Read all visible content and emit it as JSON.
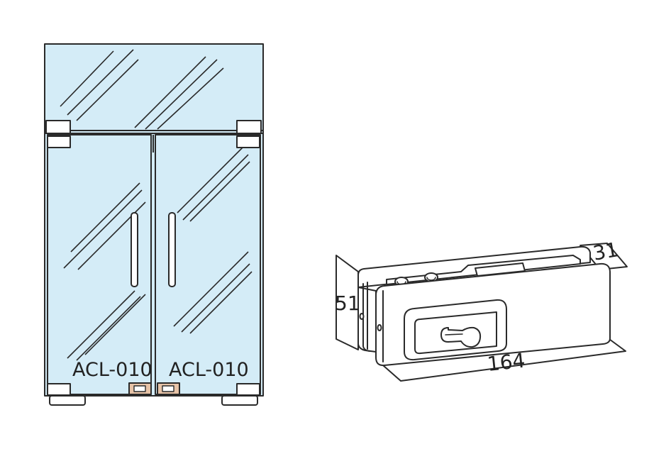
{
  "colors": {
    "glass": "#d4ecf7",
    "outline": "#2a2a2a",
    "lock_accent": "#e7c3a7",
    "background": "#ffffff"
  },
  "door": {
    "left_leaf_code": "ACL-010",
    "right_leaf_code": "ACL-010"
  },
  "lock_fitting": {
    "dim_length": "164",
    "dim_height": "51",
    "dim_depth": "31"
  }
}
